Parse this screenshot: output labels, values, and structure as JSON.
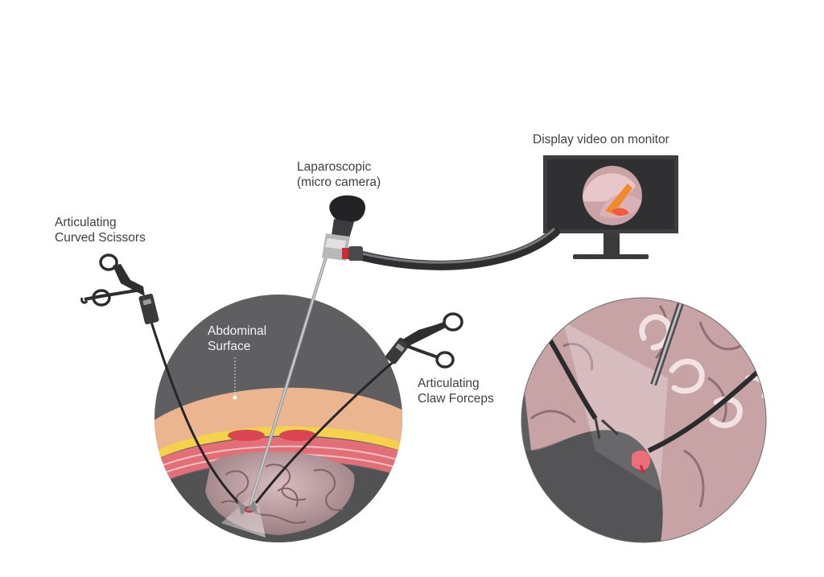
{
  "labels": {
    "monitor": "Display video on monitor",
    "camera_line1": "Laparoscopic",
    "camera_line2": "(micro camera)",
    "scissors_line1": "Articulating",
    "scissors_line2": "Curved Scissors",
    "abdominal_line1": "Abdominal",
    "abdominal_line2": "Surface",
    "forceps_line1": "Articulating",
    "forceps_line2": "Claw Forceps"
  },
  "colors": {
    "cavity_bg": "#5f5f61",
    "fat_layer": "#eab58f",
    "muscle_layer": "#e26f77",
    "yellow_layer": "#f4d34a",
    "organ_pink": "#c7a3a6",
    "instrument_dark": "#2b2b2d",
    "camera_red": "#d22a34",
    "light_beam": "#ffffff"
  }
}
